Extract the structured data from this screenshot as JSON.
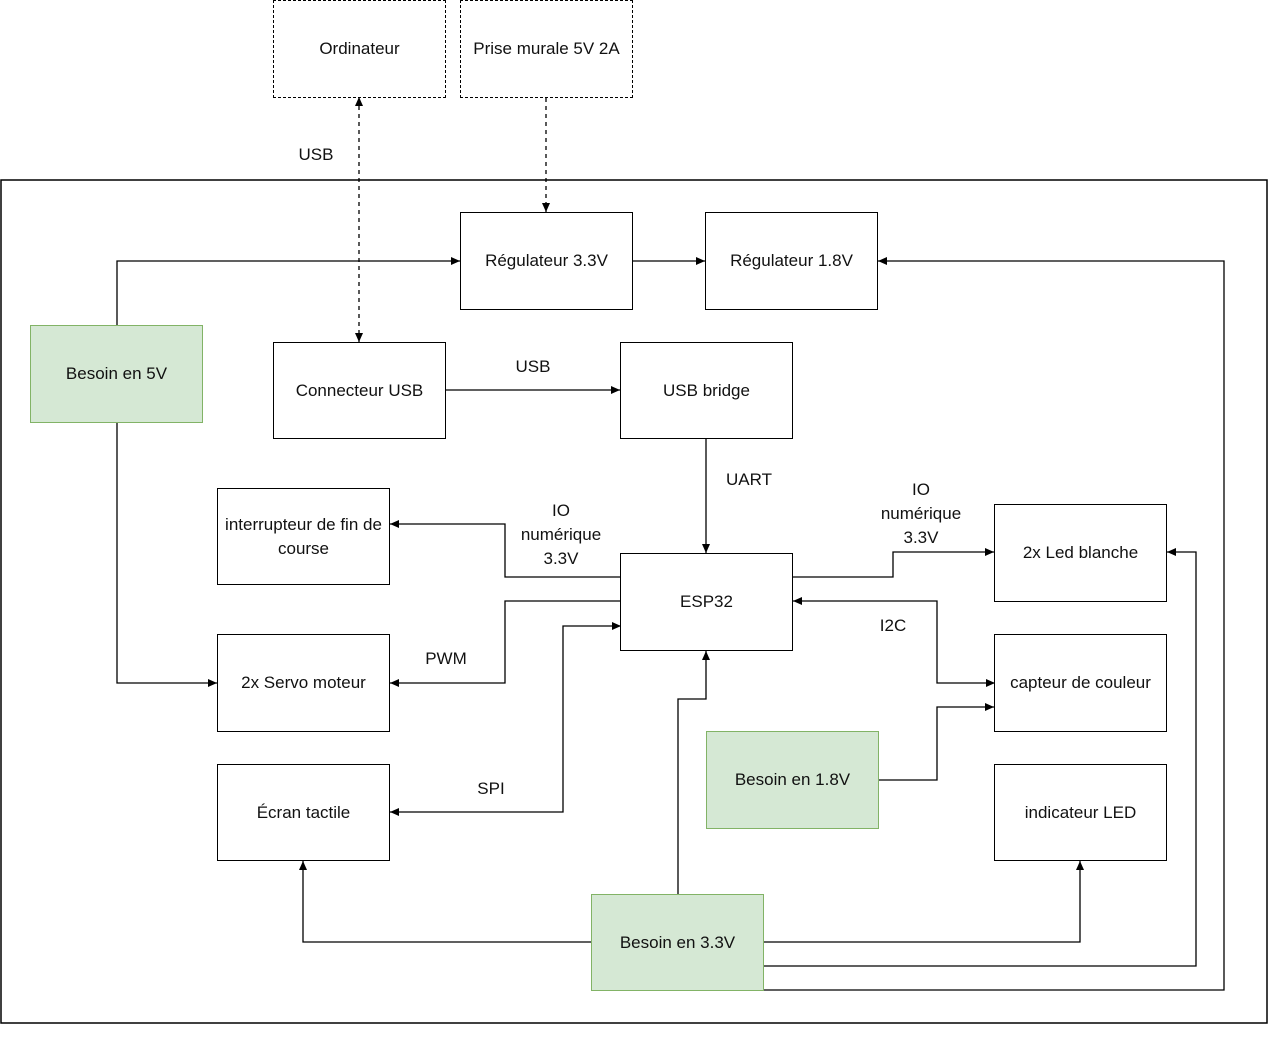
{
  "nodes": {
    "ordinateur": "Ordinateur",
    "prise": "Prise murale 5V 2A",
    "reg33": "Régulateur 3.3V",
    "reg18": "Régulateur 1.8V",
    "besoin5v": "Besoin en 5V",
    "connecteur_usb": "Connecteur USB",
    "usb_bridge": "USB bridge",
    "interrupteur": "interrupteur de fin de course",
    "esp32": "ESP32",
    "led_blanche": "2x Led blanche",
    "servo": "2x Servo moteur",
    "capteur": "capteur de couleur",
    "besoin18v": "Besoin en 1.8V",
    "ecran": "Écran tactile",
    "indicateur": "indicateur LED",
    "besoin33v": "Besoin en 3.3V"
  },
  "edge_labels": {
    "usb_top": "USB",
    "usb_bridge": "USB",
    "uart": "UART",
    "io_left": "IO\nnumérique\n3.3V",
    "io_right": "IO\nnumérique\n3.3V",
    "pwm": "PWM",
    "i2c": "I2C",
    "spi": "SPI"
  },
  "colors": {
    "power_fill": "#d5e8d4",
    "power_border": "#82b366",
    "line": "#000000"
  }
}
